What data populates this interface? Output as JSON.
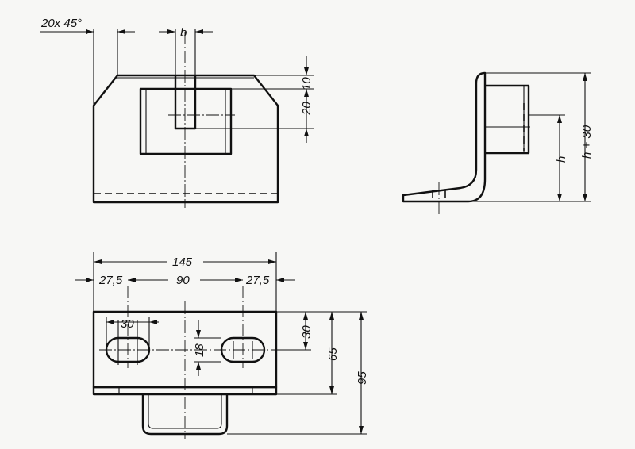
{
  "dimensions": {
    "chamfer": "20x 45°",
    "slot_width": "b",
    "top_offset": "10",
    "slot_depth": "20",
    "h": "h",
    "h_plus": "h + 30",
    "overall_width": "145",
    "edge_left": "27,5",
    "hole_spacing": "90",
    "edge_right": "27,5",
    "slot_length": "30",
    "slot_height": "18",
    "slot_from_top": "30",
    "plate_height": "65",
    "overall_height": "95"
  }
}
